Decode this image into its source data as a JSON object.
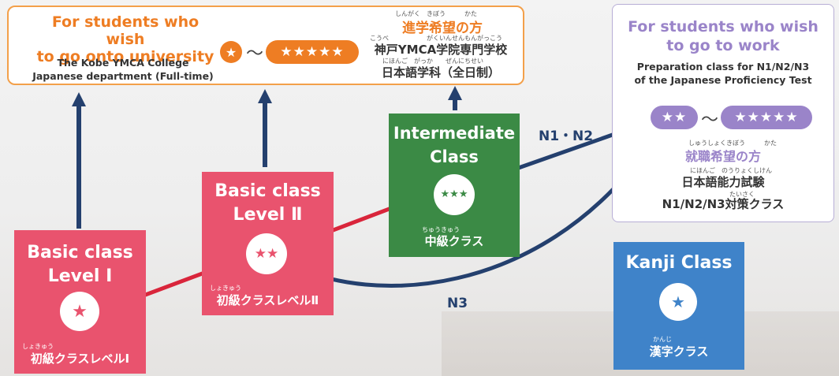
{
  "university": {
    "title_line1": "For students who wish",
    "title_line2": "to go onto university",
    "sub_line1": "The Kobe YMCA College",
    "sub_line2": "Japanese department (Full-time)",
    "star_min": "★",
    "tilde": "〜",
    "star_max": "★★★★★",
    "jp_ruby1": "しんがく　きぼう　　　かた",
    "jp_heading": "進学希望の方",
    "jp_ruby2": "こうべ　　　　　　がくいんせんもんがっこう",
    "jp_school": "神戸YMCA学院専門学校",
    "jp_ruby3": "にほんご　がっか　　ぜんにちせい",
    "jp_dept": "日本語学科（全日制）"
  },
  "work": {
    "title_line1": "For students who wish",
    "title_line2": "to go to work",
    "sub_line1": "Preparation class for N1/N2/N3",
    "sub_line2": "of the Japanese Proficiency Test",
    "star_min": "★★",
    "tilde": "〜",
    "star_max": "★★★★★",
    "jp_ruby1": "しゅうしょくきぼう　　　かた",
    "jp_heading": "就職希望の方",
    "jp_ruby2": "にほんご　のうりょくしけん",
    "jp_exam": "日本語能力試験",
    "jp_ruby3": "たいさく",
    "jp_course": "N1/N2/N3対策クラス"
  },
  "classes": {
    "basic1": {
      "title_line1": "Basic class",
      "title_line2": "Level Ⅰ",
      "stars": "★",
      "ruby": "しょきゅう",
      "jp": "初級クラスレベルⅠ"
    },
    "basic2": {
      "title_line1": "Basic class",
      "title_line2": "Level Ⅱ",
      "stars": "★★",
      "ruby": "しょきゅう",
      "jp": "初級クラスレベルⅡ"
    },
    "intermediate": {
      "title_line1": "Intermediate",
      "title_line2": "Class",
      "stars": "★★★",
      "ruby": "ちゅうきゅう",
      "jp": "中級クラス"
    },
    "kanji": {
      "title": "Kanji Class",
      "stars": "★",
      "ruby": "かんじ",
      "jp": "漢字クラス"
    }
  },
  "labels": {
    "n1n2": "N1・N2",
    "n3": "N3"
  },
  "colors": {
    "orange": "#ee7d23",
    "purple": "#9a84c9",
    "pink": "#e9536e",
    "green": "#3b8a45",
    "blue": "#3f83c9",
    "navy": "#24406e",
    "red_arrow": "#d9253b"
  }
}
